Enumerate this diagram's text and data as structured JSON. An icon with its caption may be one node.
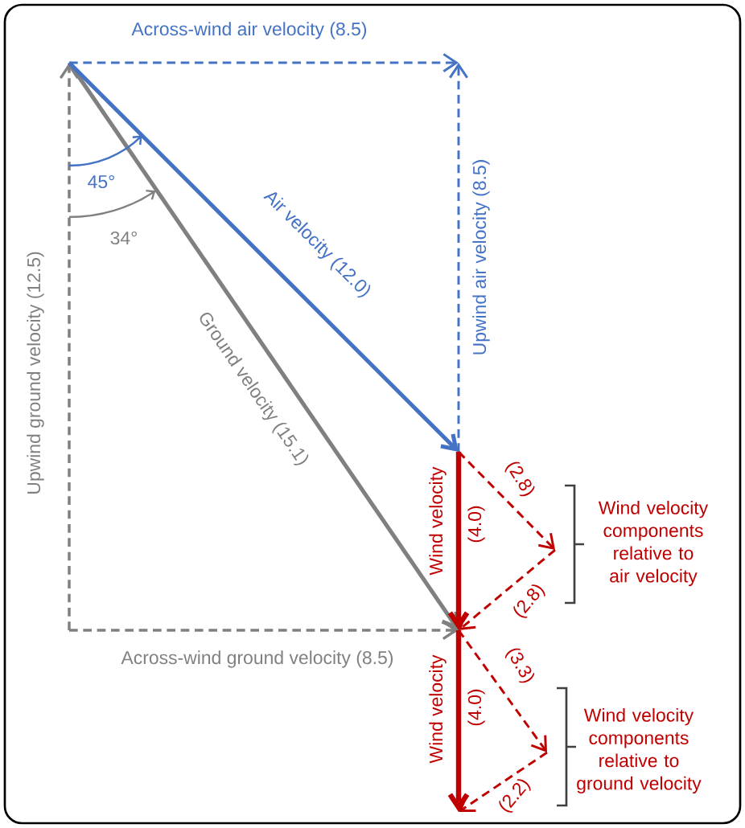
{
  "diagram": {
    "labels": [
      "Across-wind air velocity (8.5)",
      "45°",
      "34°",
      "Air velocity (12.0)",
      "Upwind air velocity (8.5)",
      "Upwind ground velocity (12.5)",
      "Ground velocity (15.1)",
      "Across-wind ground velocity (8.5)",
      "Wind velocity",
      "(4.0)",
      "(2.8)",
      "(2.8)",
      "Wind velocity components relative to air velocity",
      "Wind velocity",
      "(4.0)",
      "(3.3)",
      "(2.2)",
      "Wind velocity components relative to ground velocity"
    ]
  }
}
